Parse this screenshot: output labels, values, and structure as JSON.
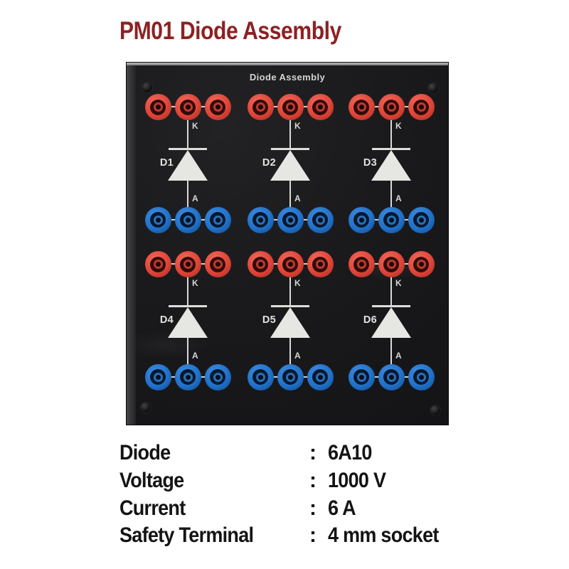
{
  "page": {
    "title": "PM01 Diode Assembly"
  },
  "panel": {
    "heading": "Diode Assembly",
    "sockets_per_terminal_row": 3,
    "sections": [
      {
        "id": "D1",
        "cathode_label": "K",
        "anode_label": "A"
      },
      {
        "id": "D2",
        "cathode_label": "K",
        "anode_label": "A"
      },
      {
        "id": "D3",
        "cathode_label": "K",
        "anode_label": "A"
      },
      {
        "id": "D4",
        "cathode_label": "K",
        "anode_label": "A"
      },
      {
        "id": "D5",
        "cathode_label": "K",
        "anode_label": "A"
      },
      {
        "id": "D6",
        "cathode_label": "K",
        "anode_label": "A"
      }
    ],
    "colors": {
      "cathode_socket_red": "#df4437",
      "anode_socket_blue": "#2071c9",
      "panel_face": "#1a1a1c",
      "symbol_white": "#e6e6e3"
    }
  },
  "specs": [
    {
      "label": "Diode",
      "separator": ":",
      "value": "6A10"
    },
    {
      "label": "Voltage",
      "separator": ":",
      "value": "1000 V"
    },
    {
      "label": "Current",
      "separator": ":",
      "value": "6 A"
    },
    {
      "label": "Safety Terminal",
      "separator": ":",
      "value": "4 mm socket"
    }
  ],
  "colors": {
    "title_red": "#8d2122",
    "spec_text": "#141414"
  }
}
